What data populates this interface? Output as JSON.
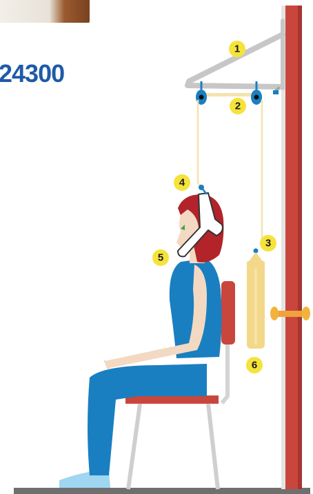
{
  "header": {
    "model_number": "24300"
  },
  "callouts": [
    {
      "number": "1",
      "part": "over-door-bracket"
    },
    {
      "number": "2",
      "part": "pulley-bar"
    },
    {
      "number": "3",
      "part": "rope-hook"
    },
    {
      "number": "4",
      "part": "spreader-bar-hook"
    },
    {
      "number": "5",
      "part": "head-halter"
    },
    {
      "number": "6",
      "part": "water-weight-bag"
    }
  ],
  "colors": {
    "door_frame": "#c9463d",
    "callout_fill": "#f5e33b",
    "figure_clothing": "#1a7fc1",
    "hair": "#b3232a",
    "rope": "#f3e3b0",
    "weight_bag": "#f4d88a",
    "model_number_text": "#1f5aa8",
    "floor": "#6f6f6f"
  }
}
